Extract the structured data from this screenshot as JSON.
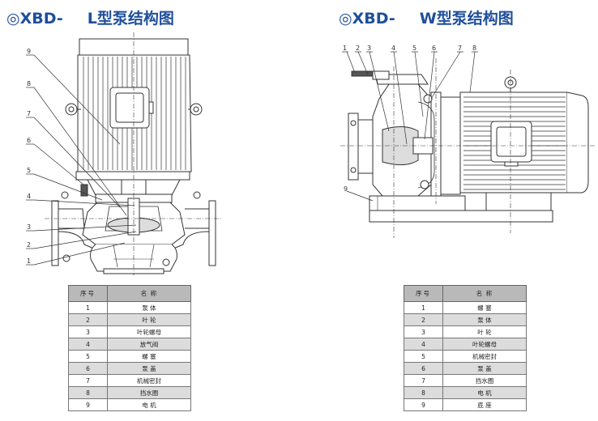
{
  "left": {
    "title_prefix": "◎XBD-",
    "title_main": "L型泵结构图",
    "callouts": [
      "9",
      "8",
      "7",
      "6",
      "5",
      "4",
      "3",
      "2",
      "1"
    ],
    "table": {
      "headers": [
        "序号",
        "名  称"
      ],
      "rows": [
        [
          "1",
          "泵  体"
        ],
        [
          "2",
          "叶  轮"
        ],
        [
          "3",
          "叶轮螺母"
        ],
        [
          "4",
          "放气阀"
        ],
        [
          "5",
          "螺  塞"
        ],
        [
          "6",
          "泵  盖"
        ],
        [
          "7",
          "机械密封"
        ],
        [
          "8",
          "挡水圈"
        ],
        [
          "9",
          "电  机"
        ]
      ]
    }
  },
  "right": {
    "title_prefix": "◎XBD-",
    "title_main": "W型泵结构图",
    "callouts": [
      "1",
      "2",
      "3",
      "4",
      "5",
      "6",
      "7",
      "8",
      "9"
    ],
    "table": {
      "headers": [
        "序号",
        "名  称"
      ],
      "rows": [
        [
          "1",
          "螺  塞"
        ],
        [
          "2",
          "泵  体"
        ],
        [
          "3",
          "叶  轮"
        ],
        [
          "4",
          "叶轮螺母"
        ],
        [
          "5",
          "机械密封"
        ],
        [
          "6",
          "泵  盖"
        ],
        [
          "7",
          "挡水圈"
        ],
        [
          "8",
          "电  机"
        ],
        [
          "9",
          "底  座"
        ]
      ]
    }
  },
  "colors": {
    "title": "#1f4f9a",
    "line": "#333333",
    "header_bg": "#b9b9b9",
    "stripe": "#dcdcdc"
  }
}
